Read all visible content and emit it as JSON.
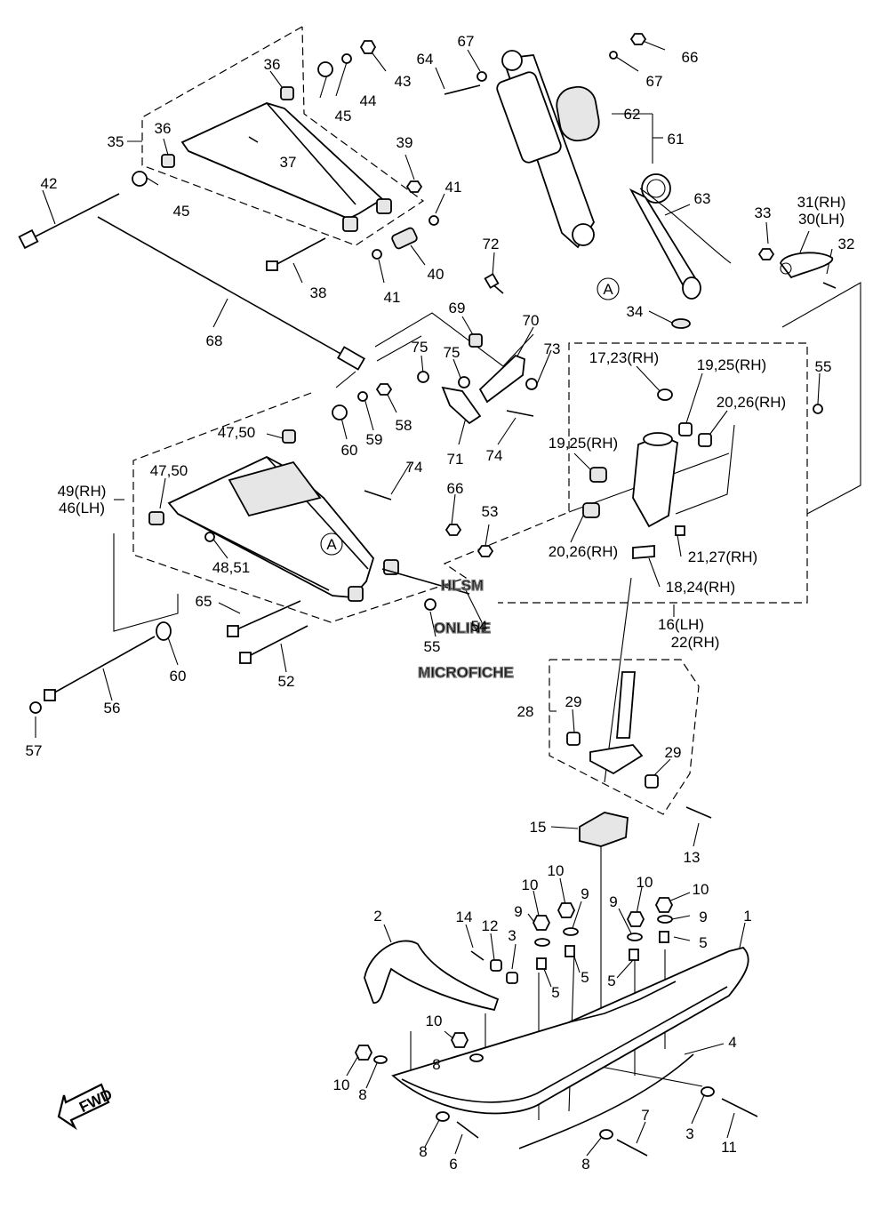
{
  "watermark": {
    "line1": "HLSM",
    "line2": "ONLINE",
    "line3": "MICROFICHE"
  },
  "ref_marker": "A",
  "fwd_label": "FWD",
  "callouts": {
    "c1": "1",
    "c2": "2",
    "c3a": "3",
    "c3b": "3",
    "c4": "4",
    "c5a": "5",
    "c5b": "5",
    "c5c": "5",
    "c5d": "5",
    "c6": "6",
    "c7": "7",
    "c8a": "8",
    "c8b": "8",
    "c8c": "8",
    "c8d": "8",
    "c9a": "9",
    "c9b": "9",
    "c9c": "9",
    "c9d": "9",
    "c10a": "10",
    "c10b": "10",
    "c10c": "10",
    "c10d": "10",
    "c10e": "10",
    "c10f": "10",
    "c11": "11",
    "c12": "12",
    "c13": "13",
    "c14": "14",
    "c15": "15",
    "c16_22_a": "16(LH)",
    "c16_22_b": "22(RH)",
    "c17_23": "17,23(RH)",
    "c18_24": "18,24(RH)",
    "c19_25a": "19,25(RH)",
    "c19_25b": "19,25(RH)",
    "c20_26a": "20,26(RH)",
    "c20_26b": "20,26(RH)",
    "c21_27": "21,27(RH)",
    "c28": "28",
    "c29a": "29",
    "c29b": "29",
    "c30_31_a": "31(RH)",
    "c30_31_b": "30(LH)",
    "c32": "32",
    "c33": "33",
    "c34": "34",
    "c35": "35",
    "c36a": "36",
    "c36b": "36",
    "c37": "37",
    "c38": "38",
    "c39": "39",
    "c40": "40",
    "c41a": "41",
    "c41b": "41",
    "c42": "42",
    "c43": "43",
    "c44": "44",
    "c45a": "45",
    "c45b": "45",
    "c46_49_a": "49(RH)",
    "c46_49_b": "46(LH)",
    "c47_50a": "47,50",
    "c47_50b": "47,50",
    "c48_51": "48,51",
    "c52": "52",
    "c53": "53",
    "c54": "54",
    "c55a": "55",
    "c55b": "55",
    "c56": "56",
    "c57": "57",
    "c58": "58",
    "c59": "59",
    "c60a": "60",
    "c60b": "60",
    "c61": "61",
    "c62": "62",
    "c63": "63",
    "c64": "64",
    "c65": "65",
    "c66a": "66",
    "c66b": "66",
    "c67a": "67",
    "c67b": "67",
    "c68": "68",
    "c69": "69",
    "c70": "70",
    "c71": "71",
    "c72": "72",
    "c73": "73",
    "c74a": "74",
    "c74b": "74",
    "c75a": "75",
    "c75b": "75"
  }
}
